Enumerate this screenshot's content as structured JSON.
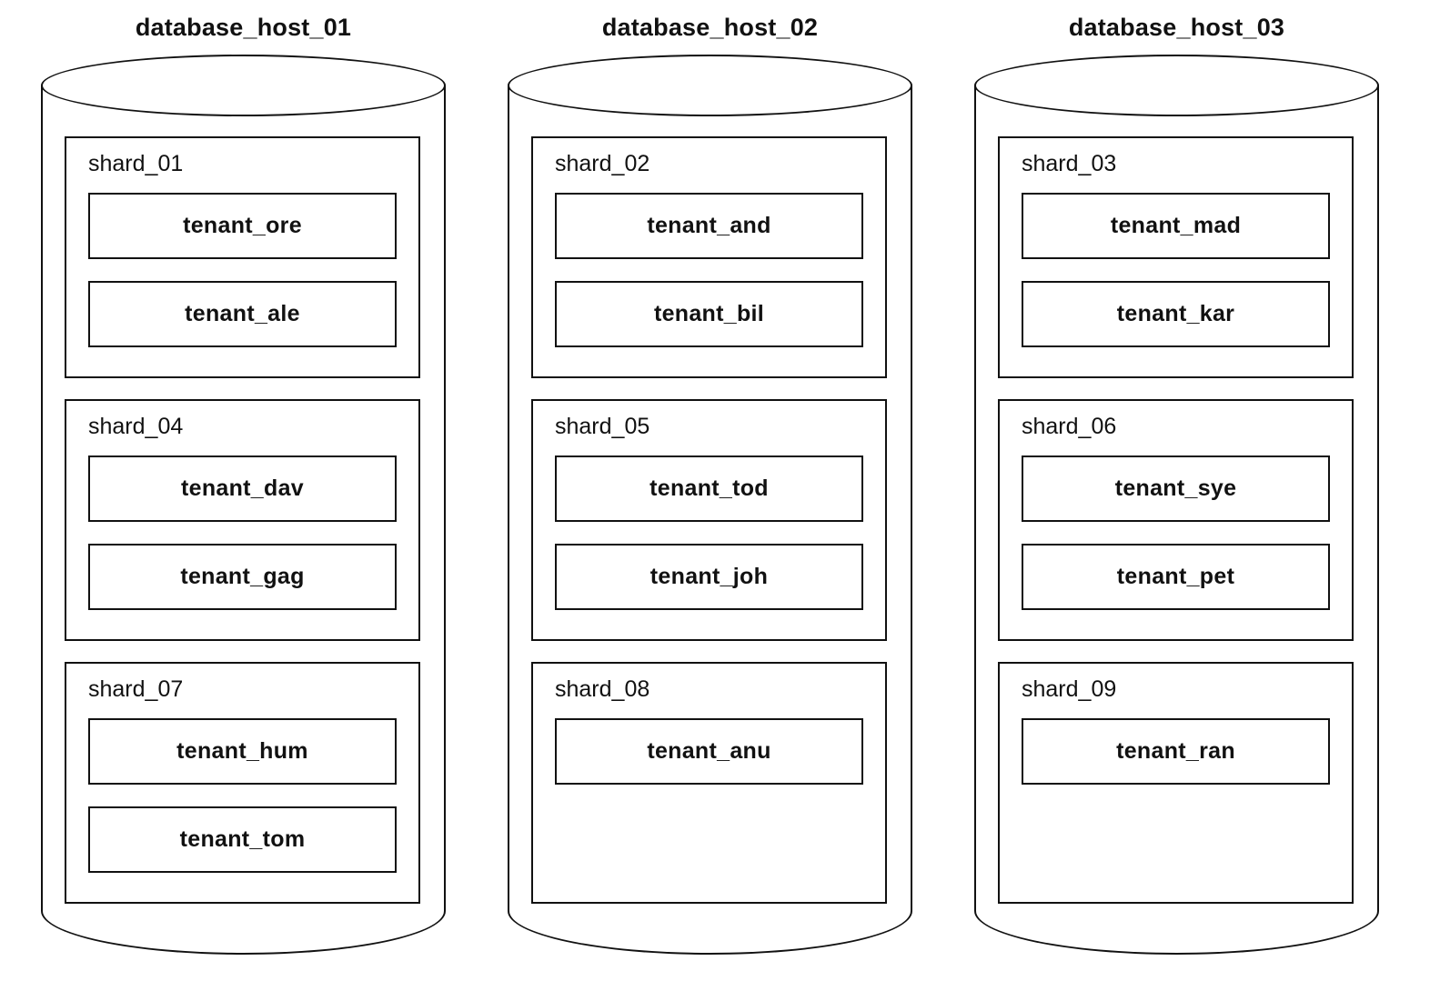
{
  "colors": {
    "stroke": "#111111",
    "background": "#ffffff",
    "text": "#111111"
  },
  "diagram": {
    "hosts": [
      {
        "name": "database_host_01",
        "shards": [
          {
            "name": "shard_01",
            "tenants": [
              "tenant_ore",
              "tenant_ale"
            ]
          },
          {
            "name": "shard_04",
            "tenants": [
              "tenant_dav",
              "tenant_gag"
            ]
          },
          {
            "name": "shard_07",
            "tenants": [
              "tenant_hum",
              "tenant_tom"
            ]
          }
        ]
      },
      {
        "name": "database_host_02",
        "shards": [
          {
            "name": "shard_02",
            "tenants": [
              "tenant_and",
              "tenant_bil"
            ]
          },
          {
            "name": "shard_05",
            "tenants": [
              "tenant_tod",
              "tenant_joh"
            ]
          },
          {
            "name": "shard_08",
            "tenants": [
              "tenant_anu"
            ]
          }
        ]
      },
      {
        "name": "database_host_03",
        "shards": [
          {
            "name": "shard_03",
            "tenants": [
              "tenant_mad",
              "tenant_kar"
            ]
          },
          {
            "name": "shard_06",
            "tenants": [
              "tenant_sye",
              "tenant_pet"
            ]
          },
          {
            "name": "shard_09",
            "tenants": [
              "tenant_ran"
            ]
          }
        ]
      }
    ]
  }
}
